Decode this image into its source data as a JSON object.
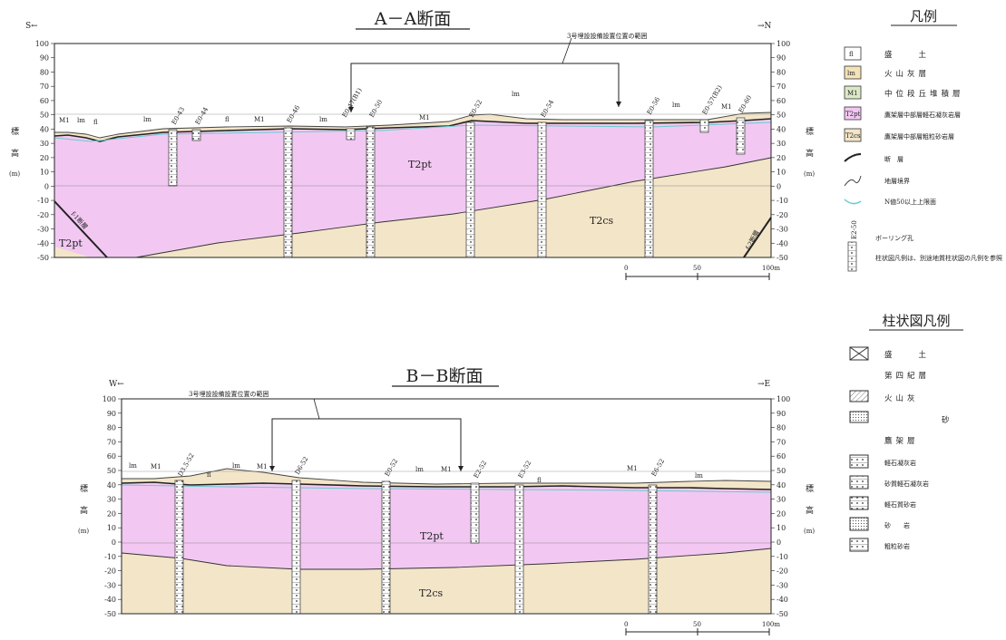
{
  "section_aa": {
    "title": "A－A断面",
    "dir_left": "S←",
    "dir_right": "→N",
    "range_label": "3号埋設設備設置位置の範囲",
    "y_label_chars": [
      "標",
      "高"
    ],
    "y_unit": "(m)",
    "scale_ticks": [
      "0",
      "50",
      "100m"
    ],
    "ticks": [
      100,
      90,
      80,
      70,
      60,
      50,
      40,
      30,
      20,
      10,
      0,
      -10,
      -20,
      -30,
      -40,
      -50
    ],
    "boreholes": [
      "E0-43",
      "E0-44",
      "E0-46",
      "E0-47(B1)",
      "E0-50",
      "E0-52",
      "E0-54",
      "E0-56",
      "E0-57(B2)",
      "E0-60"
    ],
    "surface_labels": [
      "M1",
      "lm",
      "fl",
      "lm",
      "fl",
      "M1",
      "lm",
      "M1",
      "lm",
      "lm",
      "M1"
    ],
    "unit_labels": [
      "T2pt",
      "T2cs",
      "T2pt"
    ],
    "fault_labels": [
      "f-1断層",
      "f-2断層"
    ]
  },
  "section_bb": {
    "title": "B－B断面",
    "dir_left": "W←",
    "dir_right": "→E",
    "range_label": "3号埋設設備設置位置の範囲",
    "y_label_chars": [
      "標",
      "高"
    ],
    "y_unit": "(m)",
    "scale_ticks": [
      "0",
      "50",
      "100m"
    ],
    "ticks": [
      100,
      90,
      80,
      70,
      60,
      50,
      40,
      30,
      20,
      10,
      0,
      -10,
      -20,
      -30,
      -40,
      -50
    ],
    "boreholes": [
      "D3.5-52",
      "D6-52",
      "E0-52",
      "E2-52",
      "E3-52",
      "E6-52"
    ],
    "surface_labels": [
      "lm",
      "M1",
      "lm",
      "fl",
      "M1",
      "lm",
      "M1",
      "fl",
      "M1",
      "lm"
    ],
    "unit_labels": [
      "T2pt",
      "T2cs"
    ]
  },
  "legend": {
    "title": "凡例",
    "items": [
      {
        "code": "fl",
        "label": "盛　　土",
        "color": "#ffffff"
      },
      {
        "code": "lm",
        "label": "火山灰層",
        "color": "#f3e3b8"
      },
      {
        "code": "M1",
        "label": "中位段丘堆積層",
        "color": "#dbe8c6"
      },
      {
        "code": "T2pt",
        "label": "鷹架層中部層軽石凝灰岩層",
        "color": "#f2c8f2"
      },
      {
        "code": "T2cs",
        "label": "鷹架層中部層粗粒砂岩層",
        "color": "#f3e5c8"
      }
    ],
    "line_items": [
      "断　層",
      "地層境界",
      "N値50以上上限面"
    ],
    "boring_code": "E2-50",
    "boring_label": "ボーリング孔",
    "boring_note": "柱状図凡例は、別途地質柱状図の凡例を参照"
  },
  "column_legend": {
    "title": "柱状図凡例",
    "items": [
      "盛　　土",
      "第四紀層",
      "火山灰",
      "砂",
      "鷹架層",
      "軽石凝灰岩",
      "砂質軽石凝灰岩",
      "軽石質砂岩",
      "砂　　岩",
      "粗粒砂岩"
    ]
  },
  "colors": {
    "t2pt": "#f2c8f2",
    "t2cs": "#f3e5c8",
    "lm": "#f3e3b8",
    "m1": "#dbe8c6",
    "nline": "#66cccc"
  }
}
